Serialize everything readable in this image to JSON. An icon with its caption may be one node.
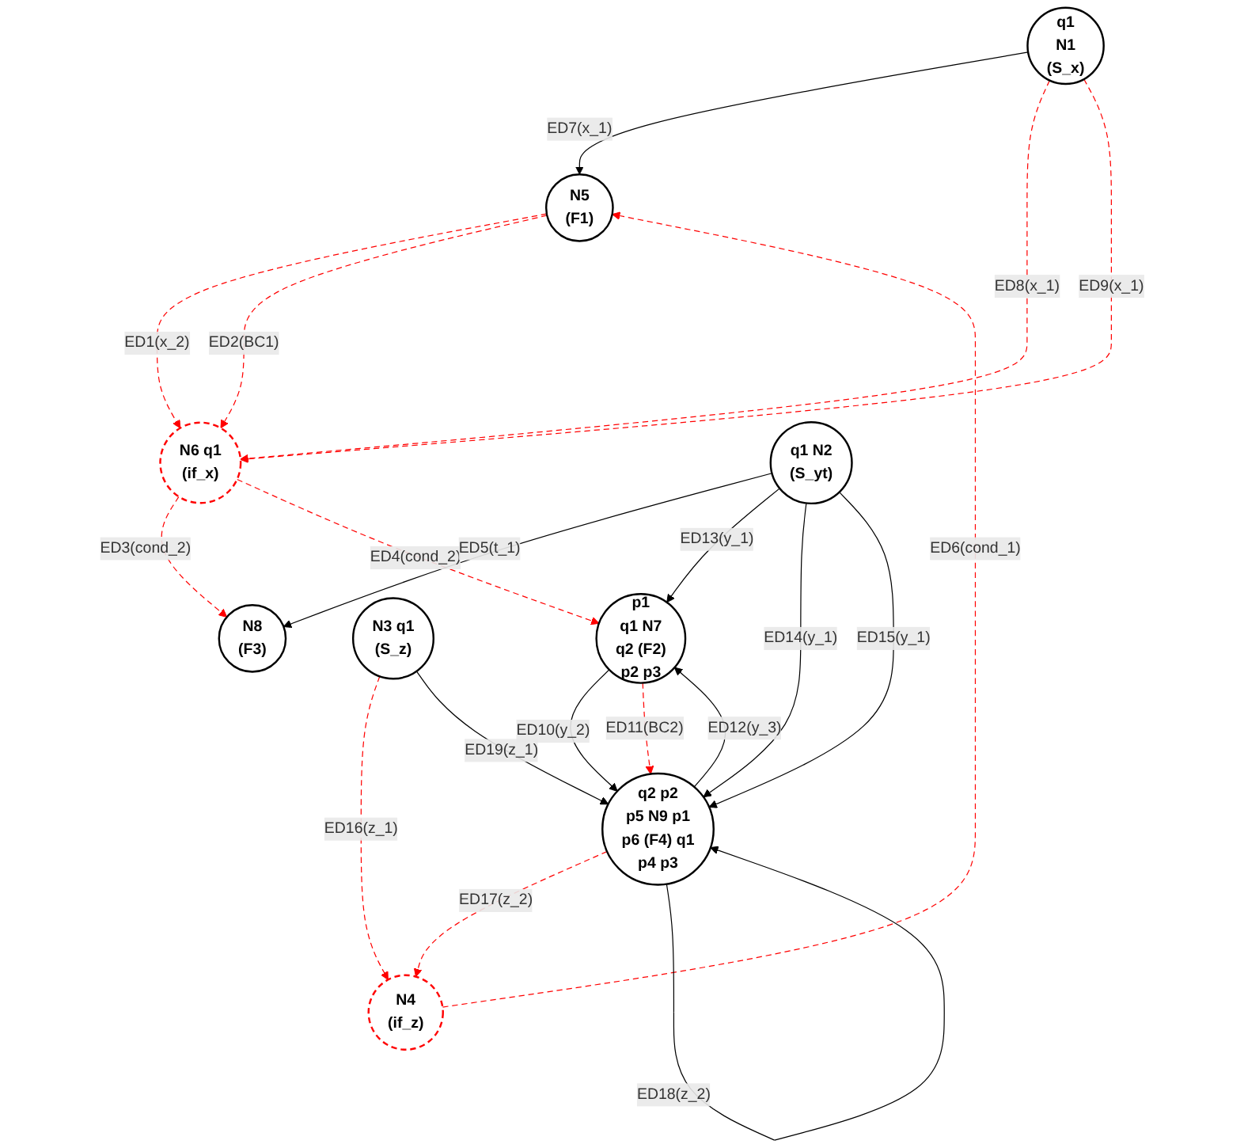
{
  "diagram": {
    "nodes": [
      {
        "text": [
          "N5",
          "(F1)"
        ]
      },
      {
        "text": [
          "N8",
          "(F3)"
        ]
      },
      {
        "text": [
          "N6",
          "q1",
          "(if_x)"
        ]
      },
      {
        "text": [
          "N4",
          "(if_z)"
        ]
      },
      {
        "text": [
          "q1",
          "N1",
          "(S_x)"
        ]
      },
      {
        "text": [
          "N3",
          "q1",
          "(S_z)"
        ]
      },
      {
        "text": [
          "p1",
          "q1",
          "N7",
          "q2",
          "(F2)",
          "p2",
          "p3"
        ]
      },
      {
        "text": [
          "q2",
          "p2",
          "p5",
          "N9",
          "p1",
          "p6",
          "(F4)",
          "q1",
          "p4",
          "p3"
        ]
      },
      {
        "text": [
          "q1",
          "N2",
          "(S_yt)"
        ]
      }
    ],
    "edges": [
      {
        "from": 0,
        "to": 2,
        "arrow": "to",
        "label": "ED1(x_2)",
        "style": "dashed",
        "color": "#ff0000"
      },
      {
        "from": 0,
        "to": 2,
        "arrow": "to",
        "label": "ED2(BC1)",
        "style": "dashed",
        "color": "#ff0000"
      },
      {
        "from": 2,
        "to": 1,
        "arrow": "to",
        "label": "ED3(cond_2)",
        "style": "dashed",
        "color": "#ff0000"
      },
      {
        "from": 2,
        "to": 6,
        "arrow": "to",
        "label": "ED4(cond_2)",
        "style": "dashed",
        "color": "#ff0000"
      },
      {
        "from": 8,
        "to": 1,
        "arrow": "to",
        "label": "ED5(t_1)",
        "color": "#000000"
      },
      {
        "from": 3,
        "to": 0,
        "arrow": "to",
        "label": "ED6(cond_1)",
        "style": "dashed",
        "color": "#ff0000"
      },
      {
        "from": 4,
        "to": 0,
        "arrow": "to",
        "label": "ED7(x_1)",
        "color": "#000000"
      },
      {
        "from": 4,
        "to": 2,
        "arrow": "to",
        "label": "ED8(x_1)",
        "style": "dashed",
        "color": "#ff0000"
      },
      {
        "from": 4,
        "to": 2,
        "arrow": "to",
        "label": "ED9(x_1)",
        "style": "dashed",
        "color": "#ff0000"
      },
      {
        "from": 6,
        "to": 7,
        "arrow": "to",
        "label": "ED10(y_2)",
        "color": "#000000"
      },
      {
        "from": 6,
        "to": 7,
        "arrow": "to",
        "label": "ED11(BC2)",
        "style": "dashed",
        "color": "#ff0000"
      },
      {
        "from": 7,
        "to": 6,
        "arrow": "to",
        "label": "ED12(y_3)",
        "color": "#000000"
      },
      {
        "from": 8,
        "to": 6,
        "arrow": "to",
        "label": "ED13(y_1)",
        "color": "#000000"
      },
      {
        "from": 8,
        "to": 7,
        "arrow": "to",
        "label": "ED14(y_1)",
        "color": "#000000"
      },
      {
        "from": 8,
        "to": 7,
        "arrow": "to",
        "label": "ED15(y_1)",
        "color": "#000000"
      },
      {
        "from": 5,
        "to": 3,
        "arrow": "to",
        "label": "ED16(z_1)",
        "style": "dashed",
        "color": "#ff0000"
      },
      {
        "from": 7,
        "to": 3,
        "arrow": "to",
        "label": "ED17(z_2)",
        "style": "dashed",
        "color": "#ff0000"
      },
      {
        "from": 7,
        "to": 7,
        "arrow": "to",
        "label": "ED18(z_2)",
        "color": "#000000"
      },
      {
        "from": 5,
        "to": 7,
        "arrow": "to",
        "label": "ED19(z_1)",
        "color": "#000000"
      }
    ]
  }
}
